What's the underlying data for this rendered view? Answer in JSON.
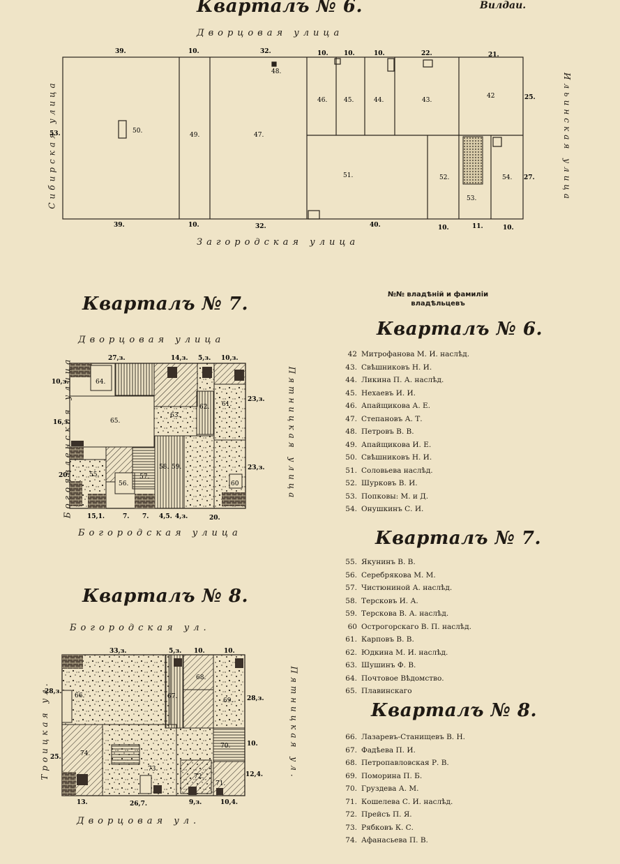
{
  "page": {
    "corner_note": "Вилдаи.",
    "legend_heading": "№№ владѣній и фамиліи владѣльцевъ"
  },
  "q6": {
    "title": "Кварталъ № 6.",
    "streets": {
      "top": "Дворцовая улица",
      "bottom": "Загородская улица",
      "left": "Сибирская улица",
      "right": "Ильинская улица"
    },
    "top_dims": [
      "39.",
      "10.",
      "32.",
      "10.",
      "10.",
      "10.",
      "22.",
      "21."
    ],
    "bottom_dims": [
      "39.",
      "10.",
      "32.",
      "40.",
      "10.",
      "11.",
      "10."
    ],
    "left_dim": "53.",
    "right_dims": [
      "25.",
      "27."
    ],
    "plots": [
      "50.",
      "49.",
      "47.",
      "48.",
      "46.",
      "45.",
      "44.",
      "43.",
      "42",
      "51.",
      "52.",
      "53.",
      "54."
    ]
  },
  "q7": {
    "title": "Кварталъ № 7.",
    "streets": {
      "top": "Дворцовая улица",
      "bottom": "Богородская улица",
      "left": "Богоявленская улица",
      "right": "Пятницкая улица"
    },
    "top_dims": [
      "27,з.",
      "14,з.",
      "5,з.",
      "10,з."
    ],
    "bottom_dims": [
      "15,1.",
      "7.",
      "7.",
      "4,5.",
      "4,з.",
      "20."
    ],
    "left_dims": [
      "10,з.",
      "16,з.",
      "20."
    ],
    "right_dims": [
      "23,з.",
      "23,з."
    ],
    "plots": [
      "64.",
      "65.",
      "63.",
      "62.",
      "61.",
      "55.",
      "56.",
      "57.",
      "58.",
      "59.",
      "60"
    ]
  },
  "q8": {
    "title": "Кварталъ № 8.",
    "streets": {
      "top": "Богородская ул.",
      "bottom": "Дворцовая ул.",
      "left": "Троицкая ул.",
      "right": "Пятницкая ул."
    },
    "top_dims": [
      "33,з.",
      "5,з.",
      "10.",
      "10."
    ],
    "bottom_dims": [
      "13.",
      "26,7.",
      "9,з.",
      "10,4."
    ],
    "left_dims": [
      "28,з.",
      "25."
    ],
    "right_dims": [
      "28,з.",
      "10.",
      "12,4."
    ],
    "plots": [
      "66.",
      "67.",
      "68.",
      "69.",
      "70.",
      "74.",
      "73.",
      "72.",
      "71."
    ]
  },
  "legend": [
    {
      "heading": "Кварталъ № 6.",
      "entries": [
        {
          "num": "42",
          "name": "Митрофанова М. И. наслѣд."
        },
        {
          "num": "43.",
          "name": "Свѣшниковъ Н. И."
        },
        {
          "num": "44.",
          "name": "Ликина П. А. наслѣд."
        },
        {
          "num": "45.",
          "name": "Нехаевъ И. И."
        },
        {
          "num": "46.",
          "name": "Апайщикова А. Е."
        },
        {
          "num": "47.",
          "name": "Степановъ А. Т."
        },
        {
          "num": "48.",
          "name": "Петровъ В. В."
        },
        {
          "num": "49.",
          "name": "Апайщикова И. Е."
        },
        {
          "num": "50.",
          "name": "Свѣшниковъ Н. И."
        },
        {
          "num": "51.",
          "name": "Соловьева наслѣд."
        },
        {
          "num": "52.",
          "name": "Шурковъ В. И."
        },
        {
          "num": "53.",
          "name": "Попковы: М. и Д."
        },
        {
          "num": "54.",
          "name": "Онушкинъ С. И."
        }
      ]
    },
    {
      "heading": "Кварталъ № 7.",
      "entries": [
        {
          "num": "55.",
          "name": "Якунинъ В. В."
        },
        {
          "num": "56.",
          "name": "Серебрякова М. М."
        },
        {
          "num": "57.",
          "name": "Чистюниной А. наслѣд."
        },
        {
          "num": "58.",
          "name": "Терсковъ И. А."
        },
        {
          "num": "59.",
          "name": "Терскова В. А. наслѣд."
        },
        {
          "num": "60",
          "name": "Острогорскаго В. П. наслѣд."
        },
        {
          "num": "61.",
          "name": "Карповъ В. В."
        },
        {
          "num": "62.",
          "name": "Юдкина М. И. наслѣд."
        },
        {
          "num": "63.",
          "name": "Шушинъ Ф. В."
        },
        {
          "num": "64.",
          "name": "Почтовое Вѣдомство."
        },
        {
          "num": "65.",
          "name": "Плавинскаго"
        }
      ]
    },
    {
      "heading": "Кварталъ № 8.",
      "entries": [
        {
          "num": "66.",
          "name": "Лазаревъ-Станищевъ В. Н."
        },
        {
          "num": "67.",
          "name": "Фадѣева П. И."
        },
        {
          "num": "68.",
          "name": "Петропавловская Р. В."
        },
        {
          "num": "69.",
          "name": "Поморина П. Б."
        },
        {
          "num": "70.",
          "name": "Груздева А. М."
        },
        {
          "num": "71.",
          "name": "Кошелева С. И. наслѣд."
        },
        {
          "num": "72.",
          "name": "Прейсъ П. Я."
        },
        {
          "num": "73.",
          "name": "Рябковъ К. С."
        },
        {
          "num": "74.",
          "name": "Афанасьева П. В."
        }
      ]
    }
  ]
}
